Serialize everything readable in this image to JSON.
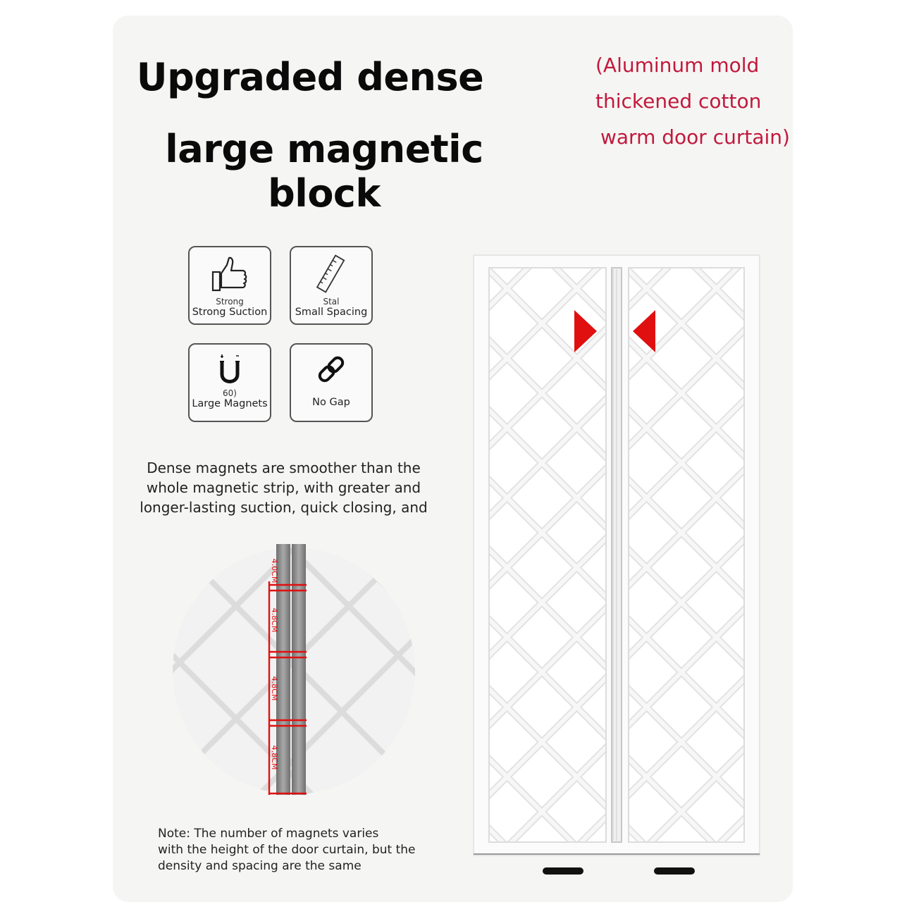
{
  "heading": {
    "line1": "Upgraded dense",
    "line2": "large magnetic block"
  },
  "subheading": {
    "line1": "(Aluminum mold",
    "line2": "thickened cotton",
    "line3": "warm door curtain)"
  },
  "features": [
    {
      "icon": "thumbs-up-icon",
      "small": "Strong",
      "label": "Strong Suction"
    },
    {
      "icon": "ruler-icon",
      "small": "Stal",
      "label": "Small Spacing"
    },
    {
      "icon": "magnet-icon",
      "small": "60)",
      "label": "Large Magnets"
    },
    {
      "icon": "link-icon",
      "small": "",
      "label": "No Gap"
    }
  ],
  "description": {
    "line1": "Dense magnets are smoother than the",
    "line2": "whole magnetic strip, with greater and",
    "line3": "longer-lasting suction, quick closing, and"
  },
  "closeup": {
    "labels": [
      "4.0CM",
      "4.8CM",
      "4.8CM",
      "4.8CM"
    ]
  },
  "note": {
    "line1": "Note: The number of magnets varies",
    "line2": "with the height of the door curtain, but the",
    "line3": "density and spacing are the same"
  },
  "colors": {
    "accent_red": "#e01010",
    "subtitle_red": "#c2183c",
    "magnet_gray": "#8a8a8a"
  }
}
